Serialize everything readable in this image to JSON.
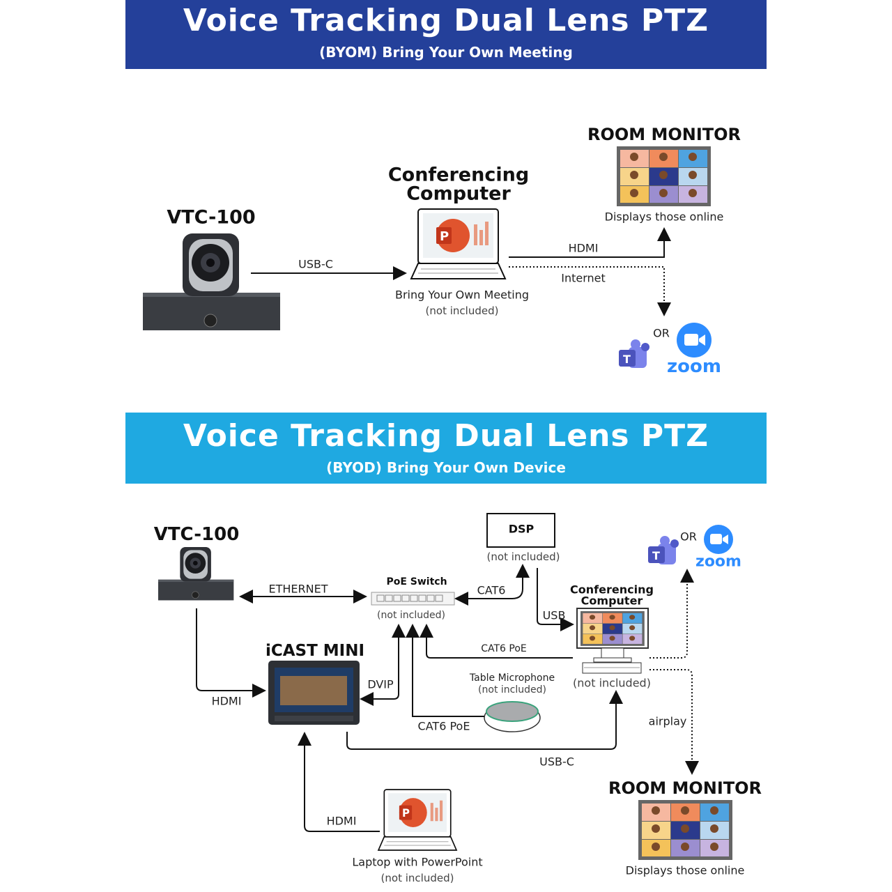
{
  "top": {
    "title": "Voice Tracking Dual Lens PTZ",
    "subtitle": "(BYOM) Bring Your Own Meeting",
    "camera": "VTC-100",
    "computer_line1": "Conferencing",
    "computer_line2": "Computer",
    "computer_caption": "Bring Your Own Meeting",
    "computer_note": "(not included)",
    "usb": "USB-C",
    "hdmi": "HDMI",
    "internet": "Internet",
    "monitor": "ROOM MONITOR",
    "monitor_caption": "Displays those online",
    "or": "OR",
    "zoom": "zoom",
    "colors": {
      "banner": "#24409a",
      "zoom": "#2d8cff",
      "teams": "#5059c9"
    }
  },
  "bottom": {
    "title": "Voice Tracking Dual Lens PTZ",
    "subtitle": "(BYOD) Bring Your Own Device",
    "camera": "VTC-100",
    "ethernet": "ETHERNET",
    "switch": "PoE Switch",
    "switch_note": "(not included)",
    "cat6": "CAT6",
    "dsp": "DSP",
    "dsp_note": "(not included)",
    "usb": "USB",
    "computer_line1": "Conferencing",
    "computer_line2": "Computer",
    "computer_note": "(not included)",
    "cat6poe_1": "CAT6 PoE",
    "mic": "Table Microphone",
    "mic_note": "(not included)",
    "cat6poe_2": "CAT6 PoE",
    "dvip": "DVIP",
    "icast": "iCAST MINI",
    "hdmi_cam": "HDMI",
    "usbc": "USB-C",
    "hdmi_laptop": "HDMI",
    "laptop": "Laptop with PowerPoint",
    "laptop_note": "(not included)",
    "airplay": "airplay",
    "or": "OR",
    "zoom": "zoom",
    "monitor": "ROOM MONITOR",
    "monitor_caption": "Displays those online",
    "colors": {
      "banner": "#1fa9e1"
    }
  }
}
